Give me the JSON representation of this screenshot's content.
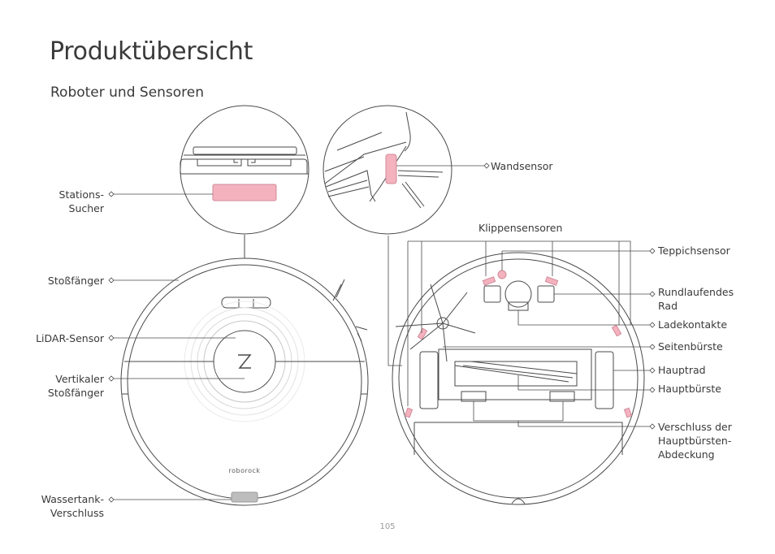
{
  "page": {
    "title": "Produktübersicht",
    "subtitle": "Roboter und Sensoren",
    "page_number": "105"
  },
  "labels": {
    "station_finder": "Stations-\nSucher",
    "bumper": "Stoßfänger",
    "lidar": "LiDAR-Sensor",
    "vertical_bumper": "Vertikaler\nStoßfänger",
    "water_tank_lock": "Wassertank-\nVerschluss",
    "wall_sensor": "Wandsensor",
    "cliff_sensors": "Klippensensoren",
    "carpet_sensor": "Teppichsensor",
    "omni_wheel": "Rundlaufendes\nRad",
    "charging_contacts": "Ladekontakte",
    "side_brush": "Seitenbürste",
    "main_wheel": "Hauptrad",
    "main_brush": "Hauptbürste",
    "main_brush_cover_latch": "Verschluss der\nHauptbürsten-\nAbdeckung"
  },
  "robot": {
    "brand": "roborock"
  },
  "colors": {
    "accent_pink": "#f4b2bf",
    "line": "#4a4a4a",
    "text": "#3a3a3a",
    "muted": "#9a9a9a"
  }
}
